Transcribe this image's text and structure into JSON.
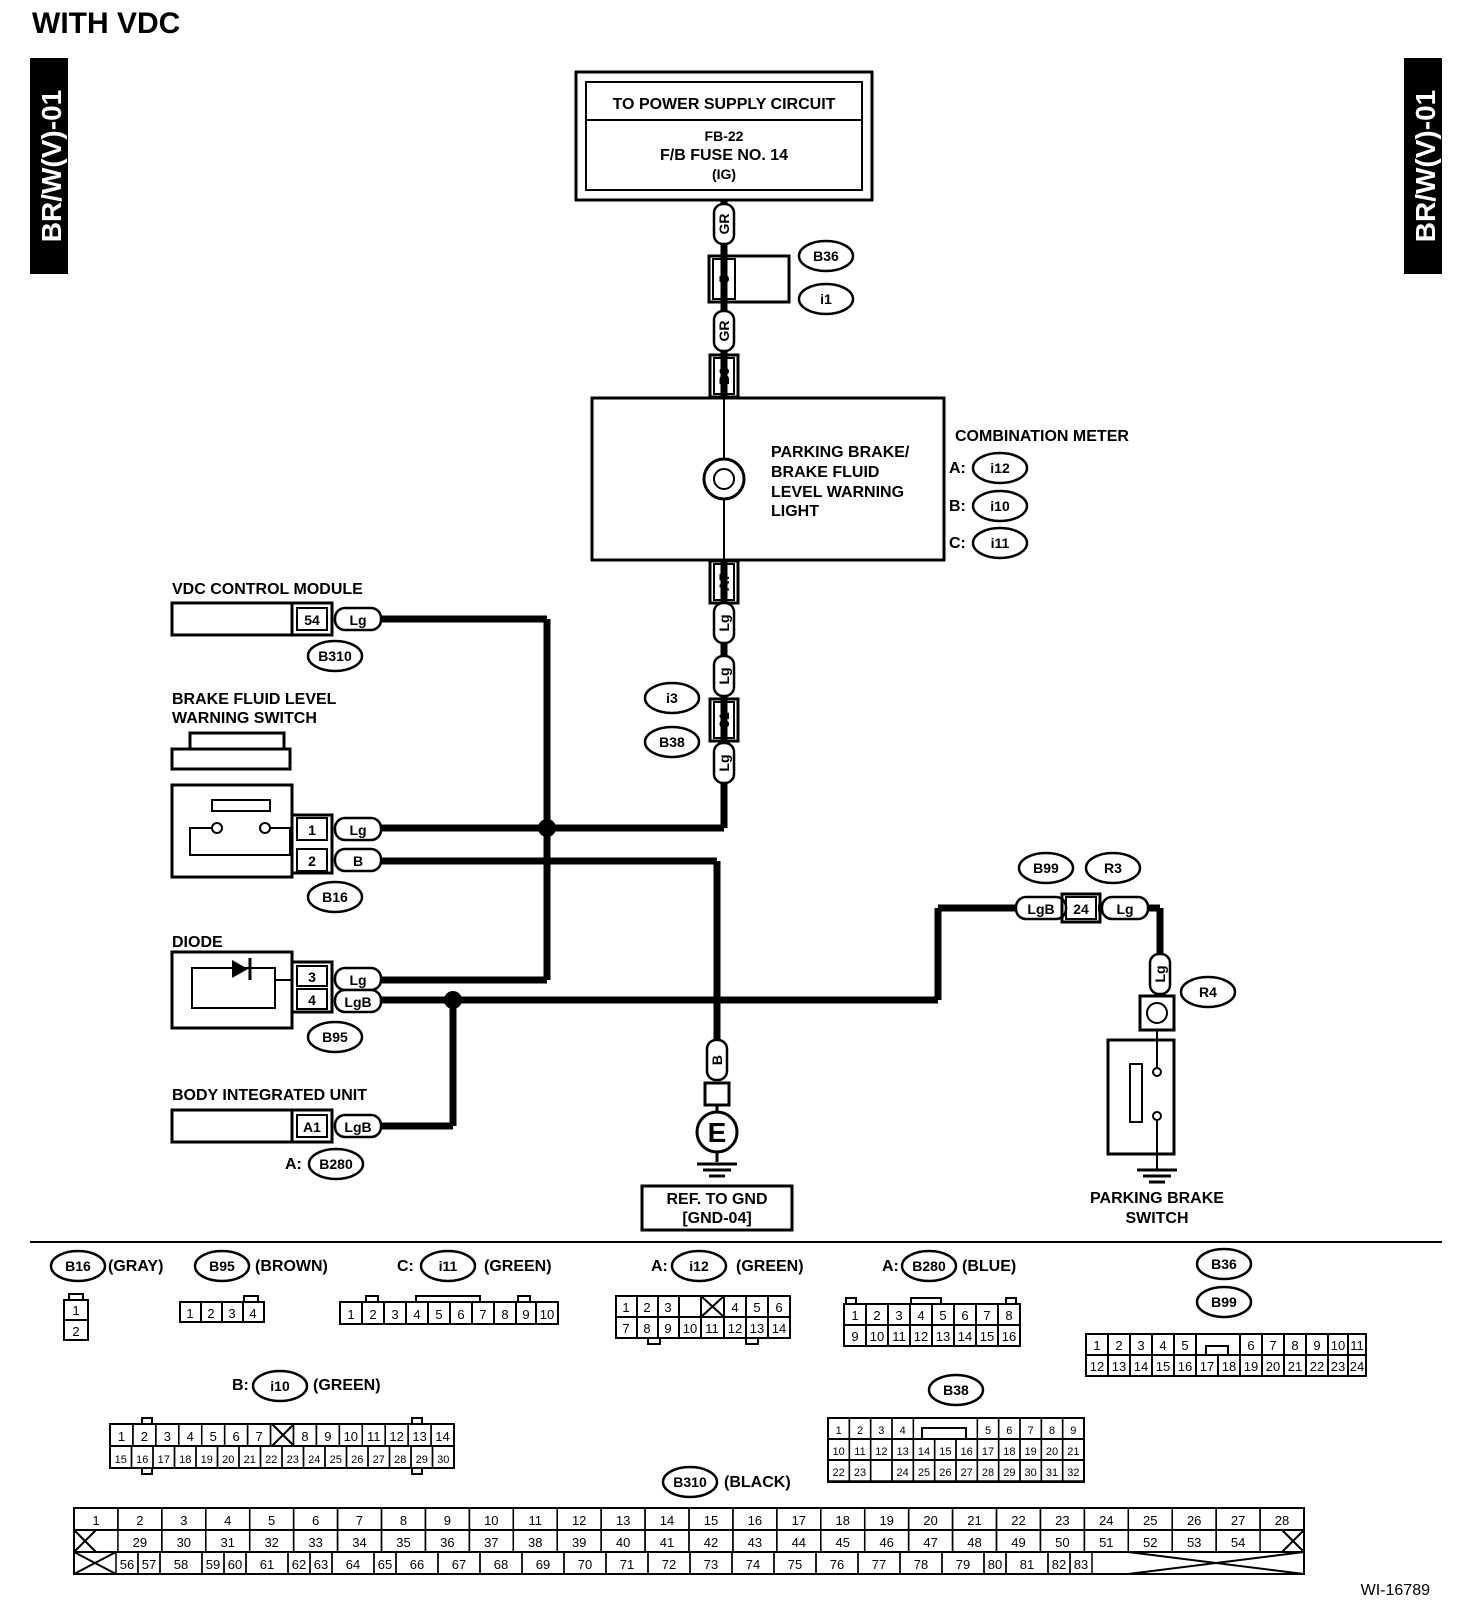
{
  "page": {
    "title": "WITH VDC",
    "side_tab": "BR/W(V)-01",
    "figure_id": "WI-16789"
  },
  "power": {
    "title": "TO POWER SUPPLY CIRCUIT",
    "fuse_ref": "FB-22",
    "fuse_name": "F/B FUSE NO. 14",
    "fuse_state": "(IG)"
  },
  "wires": {
    "gr": "GR",
    "lg": "Lg",
    "b": "B",
    "lgb": "LgB"
  },
  "pins": {
    "p5": "5",
    "b9": "B9",
    "a7": "A7",
    "p31": "31",
    "p54": "54",
    "p1": "1",
    "p2": "2",
    "p3": "3",
    "p4": "4",
    "a1": "A1",
    "p24": "24"
  },
  "connectors": {
    "b36": "B36",
    "i1": "i1",
    "i3": "i3",
    "b38": "B38",
    "b310": "B310",
    "b16": "B16",
    "b95": "B95",
    "b280": "B280",
    "b99": "B99",
    "r3": "R3",
    "r4": "R4",
    "i12": "i12",
    "i10": "i10",
    "i11": "i11"
  },
  "meter": {
    "name": "COMBINATION METER",
    "light_line1": "PARKING BRAKE/",
    "light_line2": "BRAKE FLUID",
    "light_line3": "LEVEL WARNING",
    "light_line4": "LIGHT",
    "pref_a": "A:",
    "pref_b": "B:",
    "pref_c": "C:"
  },
  "components": {
    "vdc": "VDC CONTROL MODULE",
    "bfl_line1": "BRAKE FLUID LEVEL",
    "bfl_line2": "WARNING SWITCH",
    "diode": "DIODE",
    "biu": "BODY INTEGRATED UNIT",
    "biu_prefix": "A:",
    "ground_symbol": "E",
    "gnd_line1": "REF. TO GND",
    "gnd_line2": "[GND-04]",
    "pbs_line1": "PARKING BRAKE",
    "pbs_line2": "SWITCH"
  },
  "legend": {
    "b16_color": "(GRAY)",
    "b95_color": "(BROWN)",
    "i11_prefix": "C:",
    "i11_color": "(GREEN)",
    "i12_prefix": "A:",
    "i12_color": "(GREEN)",
    "b280_prefix": "A:",
    "b280_color": "(BLUE)",
    "i10_prefix": "B:",
    "i10_color": "(GREEN)",
    "b310_color": "(BLACK)"
  }
}
